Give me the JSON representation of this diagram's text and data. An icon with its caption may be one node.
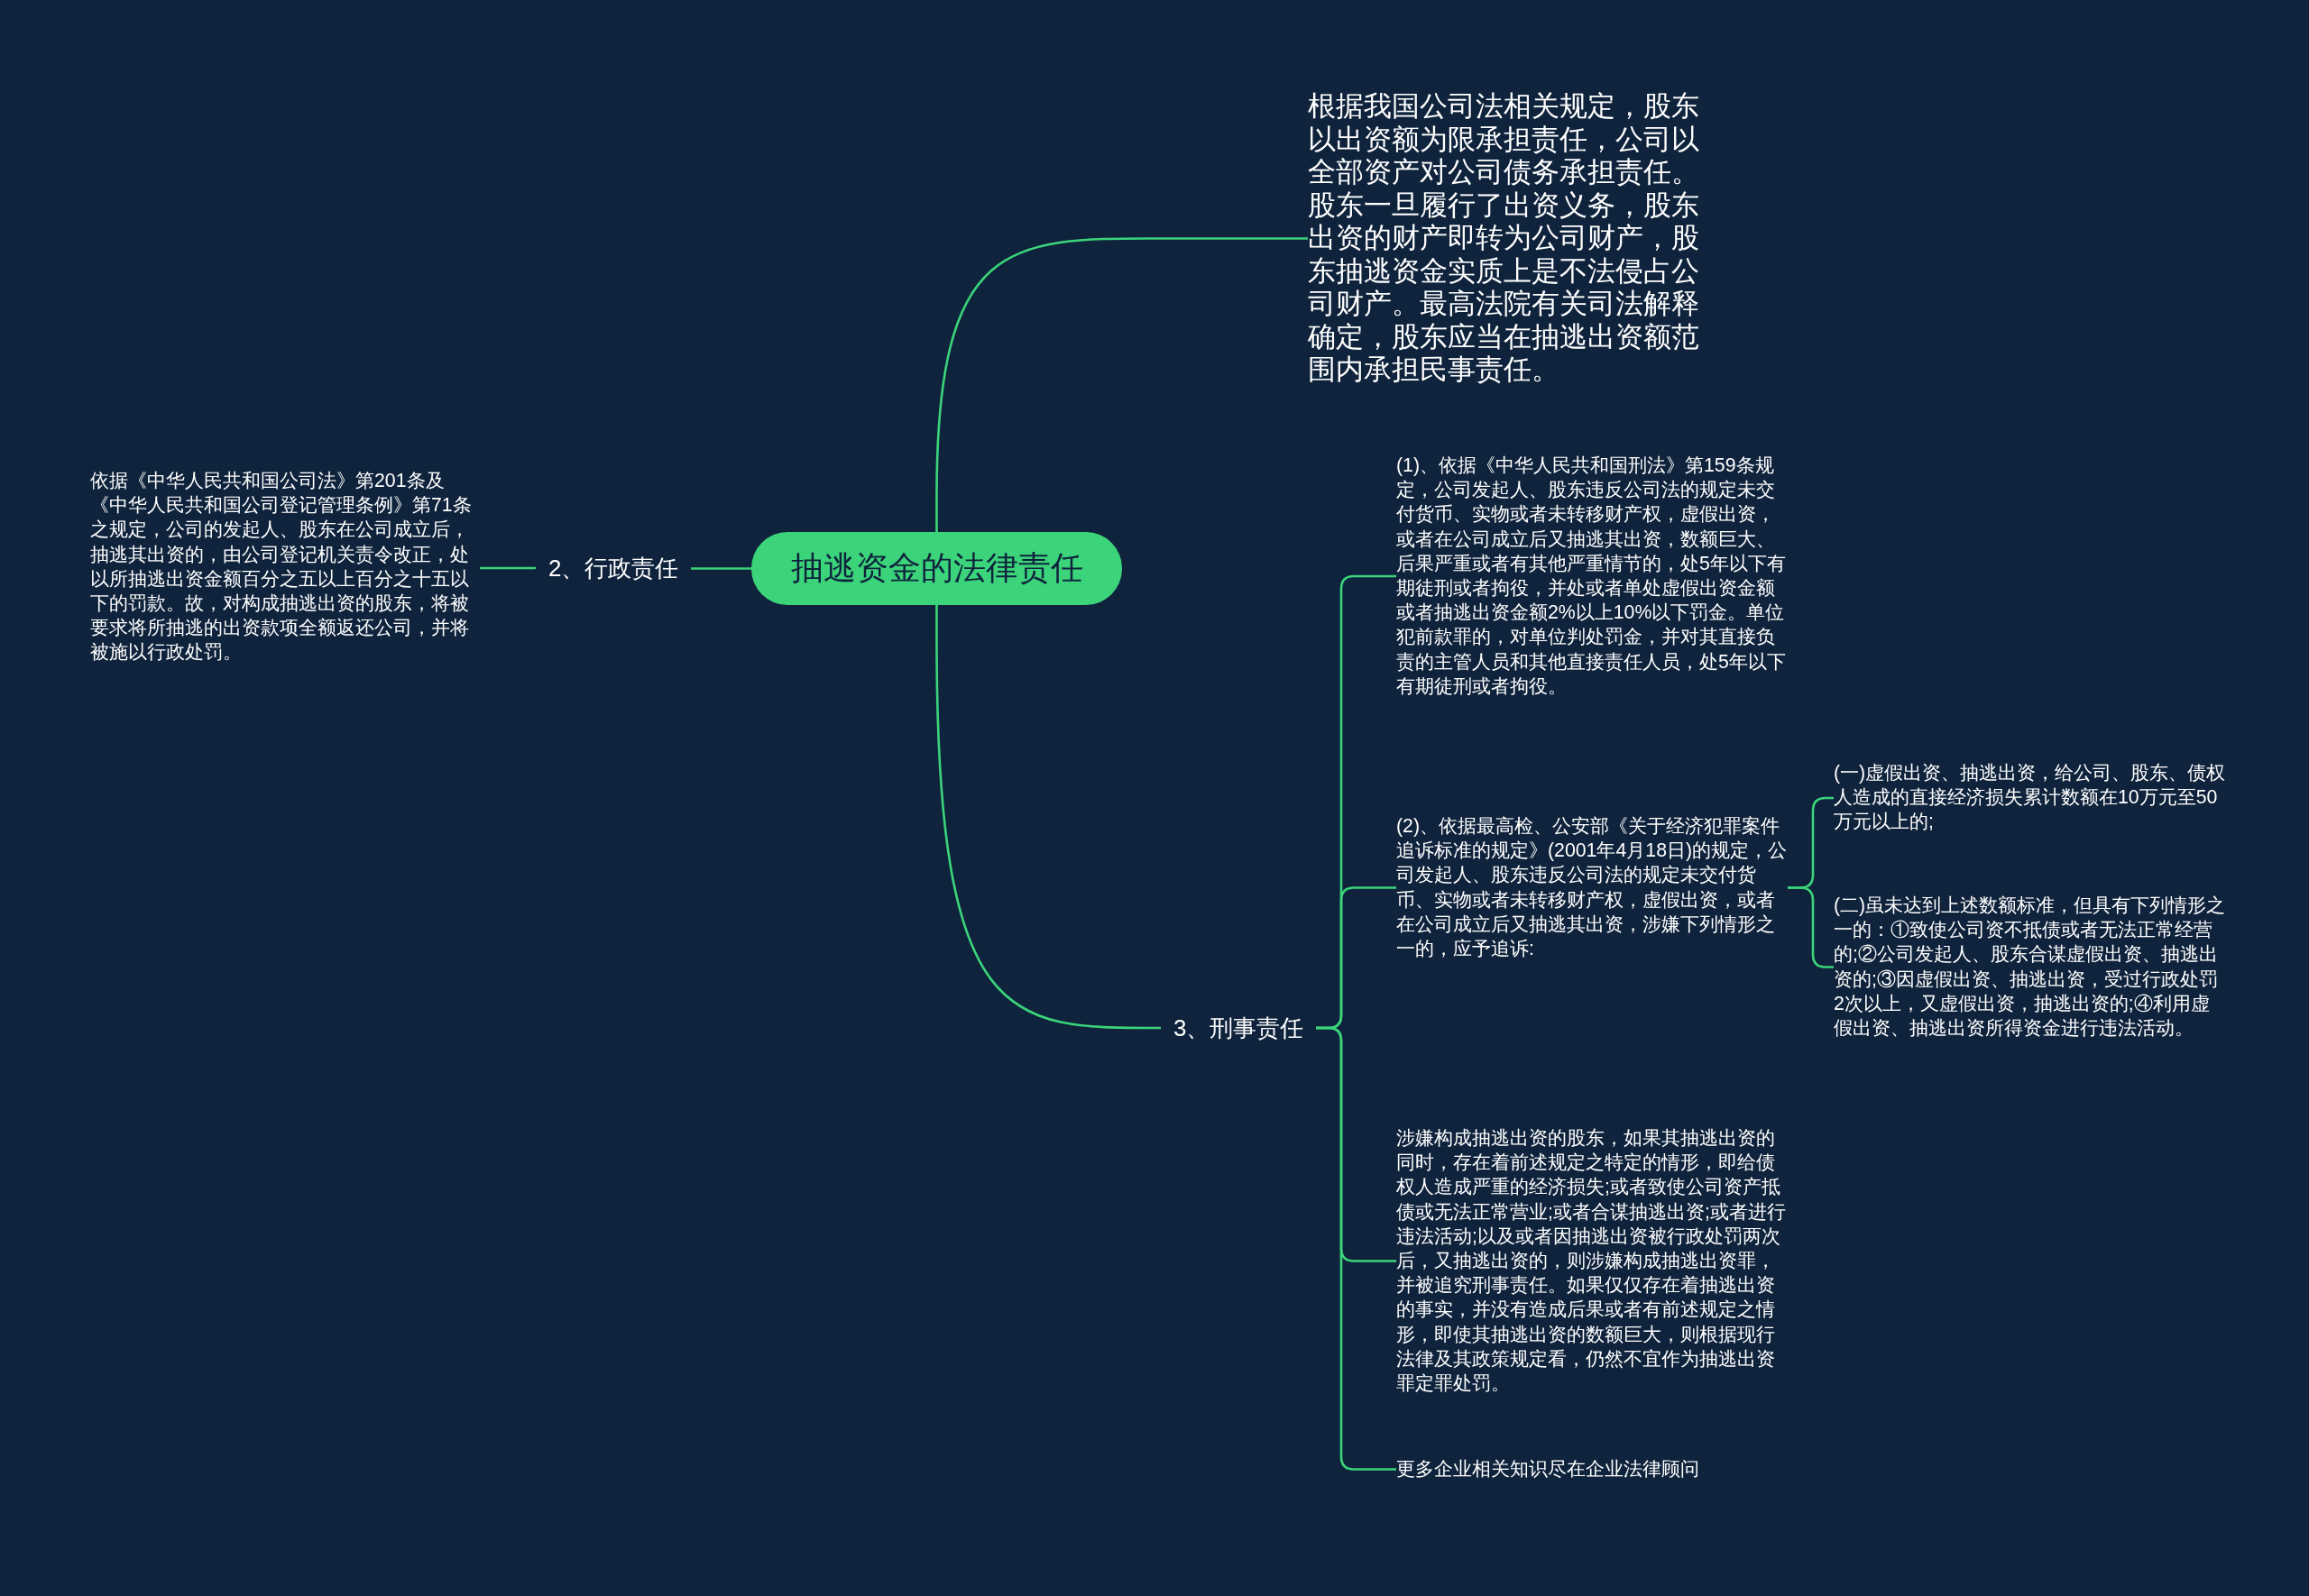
{
  "diagram": {
    "nodes": [
      {
        "text": [
          "抽逃资金的法律责任"
        ]
      },
      {
        "text": [
          "根据我国公司法相关规定，股东以出资额为限承担责任，公司以全部资产对公司债务承担责任。股东一旦履行了出资义务，股东出资的财产即转为公司财产，股东抽逃资金实质上是不法侵占公司财产。最高法院有关司法解释确定，股东应当在抽逃出资额范围内承担民事责任。"
        ]
      },
      {
        "text": [
          "2、行政责任"
        ]
      },
      {
        "text": [
          "依据《中华人民共和国公司法》第201条及《中华人民共和国公司登记管理条例》第71条之规定，公司的发起人、股东在公司成立后，抽逃其出资的，由公司登记机关责令改正，处以所抽逃出资金额百分之五以上百分之十五以下的罚款。故，对构成抽逃出资的股东，将被要求将所抽逃的出资款项全额返还公司，并将被施以行政处罚。"
        ]
      },
      {
        "text": [
          "3、刑事责任"
        ]
      },
      {
        "text": [
          "(1)、依据《中华人民共和国刑法》第159条规定，公司发起人、股东违反公司法的规定未交付货币、实物或者未转移财产权，虚假出资，或者在公司成立后又抽逃其出资，数额巨大、后果严重或者有其他严重情节的，处5年以下有期徒刑或者拘役，并处或者单处虚假出资金额或者抽逃出资金额2%以上10%以下罚金。单位犯前款罪的，对单位判处罚金，并对其直接负责的主管人员和其他直接责任人员，处5年以下有期徒刑或者拘役。"
        ]
      },
      {
        "text": [
          "(2)、依据最高检、公安部《关于经济犯罪案件追诉标准的规定》(2001年4月18日)的规定，公司发起人、股东违反公司法的规定未交付货币、实物或者未转移财产权，虚假出资，或者在公司成立后又抽逃其出资，涉嫌下列情形之一的，应予追诉:"
        ]
      },
      {
        "text": [
          "(一)虚假出资、抽逃出资，给公司、股东、债权人造成的直接经济损失累计数额在10万元至50万元以上的;"
        ]
      },
      {
        "text": [
          "(二)虽未达到上述数额标准，但具有下列情形之一的：①致使公司资不抵债或者无法正常经营的;②公司发起人、股东合谋虚假出资、抽逃出资的;③因虚假出资、抽逃出资，受过行政处罚2次以上，又虚假出资，抽逃出资的;④利用虚假出资、抽逃出资所得资金进行违法活动。"
        ]
      },
      {
        "text": [
          "涉嫌构成抽逃出资的股东，如果其抽逃出资的同时，存在着前述规定之特定的情形，即给债权人造成严重的经济损失;或者致使公司资产抵债或无法正常营业;或者合谋抽逃出资;或者进行违法活动;以及或者因抽逃出资被行政处罚两次后，又抽逃出资的，则涉嫌构成抽逃出资罪，并被追究刑事责任。如果仅仅存在着抽逃出资的事实，并没有造成后果或者有前述规定之情形，即使其抽逃出资的数额巨大，则根据现行法律及其政策规定看，仍然不宜作为抽逃出资罪定罪处罚。"
        ]
      },
      {
        "text": [
          "更多企业相关知识尽在企业法律顾问"
        ]
      }
    ],
    "edges": [
      {
        "from": 0,
        "to": 1,
        "arrow": "none"
      },
      {
        "from": 0,
        "to": 2,
        "arrow": "none"
      },
      {
        "from": 2,
        "to": 3,
        "arrow": "none"
      },
      {
        "from": 0,
        "to": 4,
        "arrow": "none"
      },
      {
        "from": 4,
        "to": 5,
        "arrow": "none"
      },
      {
        "from": 4,
        "to": 6,
        "arrow": "none"
      },
      {
        "from": 4,
        "to": 9,
        "arrow": "none"
      },
      {
        "from": 4,
        "to": 10,
        "arrow": "none"
      },
      {
        "from": 6,
        "to": 7,
        "arrow": "none"
      },
      {
        "from": 6,
        "to": 8,
        "arrow": "none"
      }
    ]
  }
}
